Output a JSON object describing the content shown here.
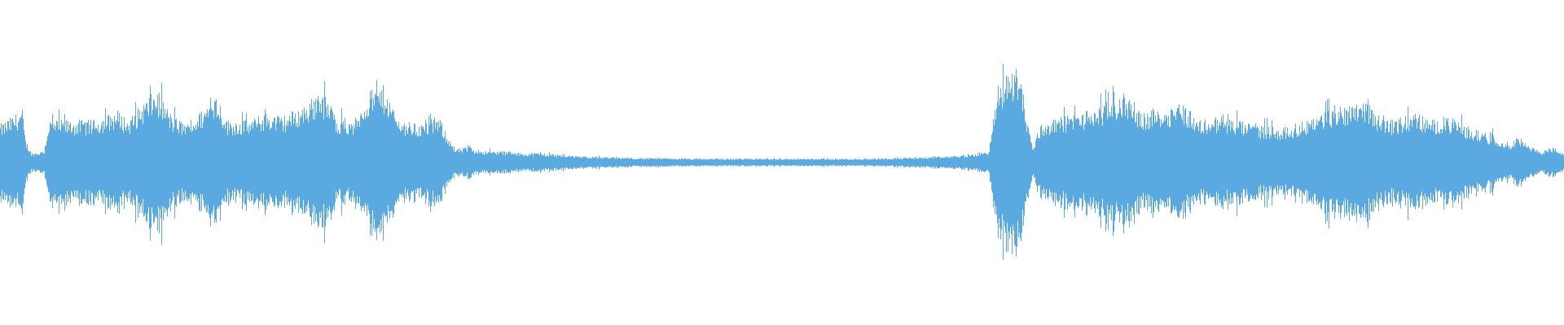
{
  "waveform": {
    "color": "#5aa9e1",
    "background": "#ffffff",
    "envelope": [
      [
        0.0,
        0.2
      ],
      [
        0.008,
        0.24
      ],
      [
        0.014,
        0.28
      ],
      [
        0.016,
        0.12
      ],
      [
        0.02,
        0.05
      ],
      [
        0.028,
        0.06
      ],
      [
        0.031,
        0.22
      ],
      [
        0.04,
        0.22
      ],
      [
        0.06,
        0.22
      ],
      [
        0.075,
        0.27
      ],
      [
        0.082,
        0.22
      ],
      [
        0.09,
        0.3
      ],
      [
        0.1,
        0.38
      ],
      [
        0.11,
        0.24
      ],
      [
        0.12,
        0.2
      ],
      [
        0.13,
        0.28
      ],
      [
        0.138,
        0.36
      ],
      [
        0.145,
        0.22
      ],
      [
        0.16,
        0.22
      ],
      [
        0.17,
        0.26
      ],
      [
        0.18,
        0.24
      ],
      [
        0.195,
        0.3
      ],
      [
        0.205,
        0.38
      ],
      [
        0.215,
        0.24
      ],
      [
        0.225,
        0.2
      ],
      [
        0.235,
        0.36
      ],
      [
        0.245,
        0.4
      ],
      [
        0.255,
        0.22
      ],
      [
        0.27,
        0.2
      ],
      [
        0.28,
        0.24
      ],
      [
        0.284,
        0.18
      ],
      [
        0.29,
        0.07
      ],
      [
        0.3,
        0.08
      ],
      [
        0.31,
        0.06
      ],
      [
        0.32,
        0.06
      ],
      [
        0.33,
        0.05
      ],
      [
        0.345,
        0.05
      ],
      [
        0.36,
        0.04
      ],
      [
        0.38,
        0.03
      ],
      [
        0.4,
        0.025
      ],
      [
        0.45,
        0.02
      ],
      [
        0.5,
        0.02
      ],
      [
        0.55,
        0.02
      ],
      [
        0.58,
        0.025
      ],
      [
        0.6,
        0.03
      ],
      [
        0.62,
        0.04
      ],
      [
        0.632,
        0.06
      ],
      [
        0.638,
        0.4
      ],
      [
        0.645,
        0.48
      ],
      [
        0.652,
        0.5
      ],
      [
        0.655,
        0.3
      ],
      [
        0.66,
        0.08
      ],
      [
        0.665,
        0.2
      ],
      [
        0.68,
        0.24
      ],
      [
        0.69,
        0.26
      ],
      [
        0.7,
        0.28
      ],
      [
        0.72,
        0.36
      ],
      [
        0.73,
        0.26
      ],
      [
        0.745,
        0.28
      ],
      [
        0.755,
        0.32
      ],
      [
        0.765,
        0.22
      ],
      [
        0.78,
        0.24
      ],
      [
        0.79,
        0.22
      ],
      [
        0.8,
        0.2
      ],
      [
        0.82,
        0.18
      ],
      [
        0.835,
        0.22
      ],
      [
        0.845,
        0.26
      ],
      [
        0.86,
        0.3
      ],
      [
        0.87,
        0.34
      ],
      [
        0.88,
        0.26
      ],
      [
        0.89,
        0.22
      ],
      [
        0.905,
        0.26
      ],
      [
        0.915,
        0.22
      ],
      [
        0.925,
        0.24
      ],
      [
        0.94,
        0.18
      ],
      [
        0.955,
        0.14
      ],
      [
        0.965,
        0.1
      ],
      [
        0.97,
        0.14
      ],
      [
        0.978,
        0.08
      ],
      [
        0.985,
        0.06
      ],
      [
        0.992,
        0.08
      ],
      [
        1.0,
        0.05
      ]
    ]
  }
}
